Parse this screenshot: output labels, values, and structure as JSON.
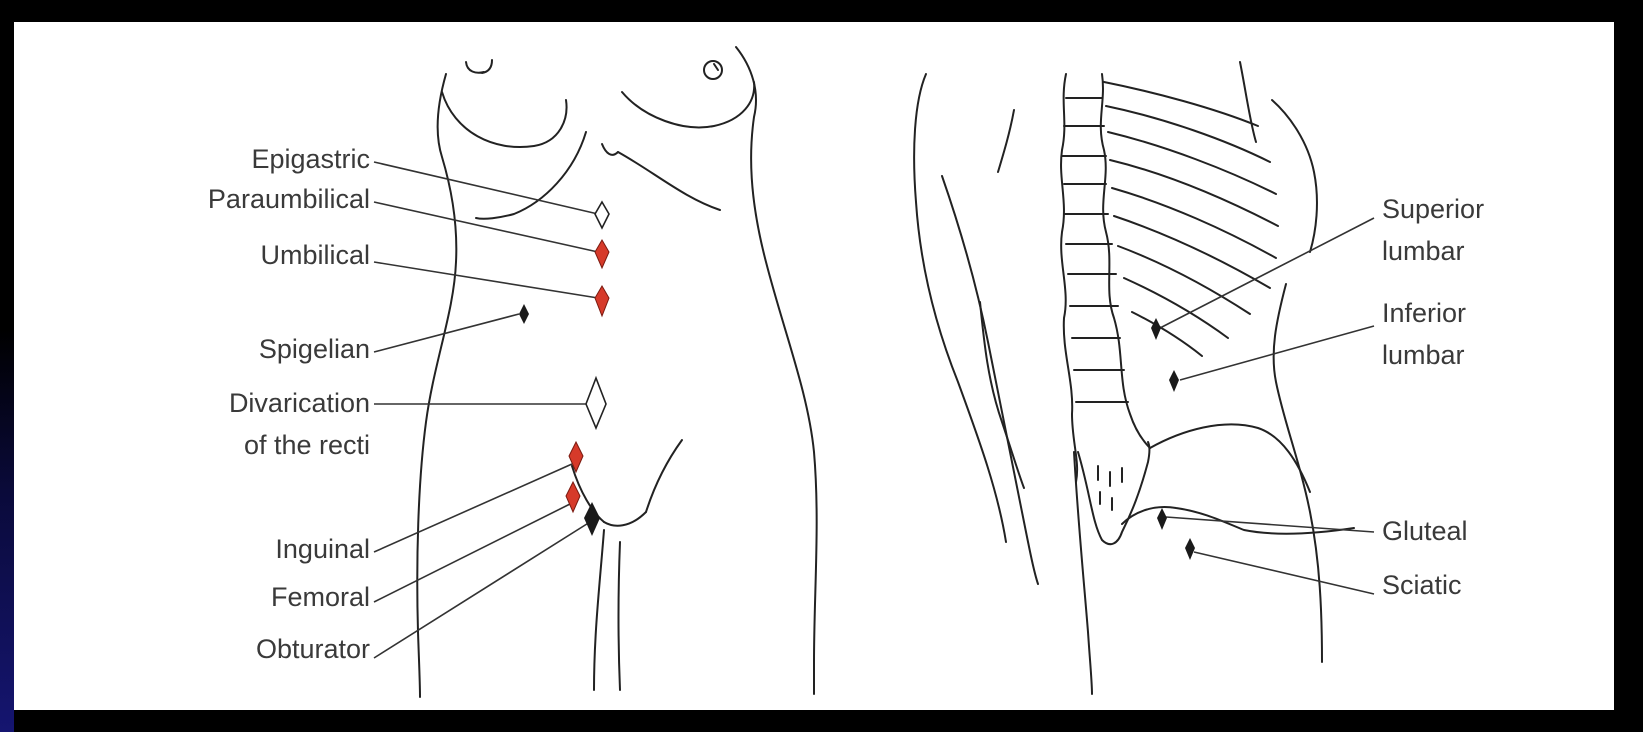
{
  "colors": {
    "background": "#000000",
    "panel": "#ffffff",
    "outline": "#222222",
    "label_text": "#3a3a3a",
    "marker_red": "#d63a2a",
    "marker_black": "#1a1a1a",
    "marker_open": "#ffffff"
  },
  "anterior_labels": {
    "epigastric": "Epigastric",
    "paraumbilical": "Paraumbilical",
    "umbilical": "Umbilical",
    "spigelian": "Spigelian",
    "divarication_line1": "Divarication",
    "divarication_line2": "of the recti",
    "inguinal": "Inguinal",
    "femoral": "Femoral",
    "obturator": "Obturator"
  },
  "posterior_labels": {
    "superior_line1": "Superior",
    "superior_line2": "lumbar",
    "inferior_line1": "Inferior",
    "inferior_line2": "lumbar",
    "gluteal": "Gluteal",
    "sciatic": "Sciatic"
  },
  "markers": {
    "epigastric": "open",
    "paraumbilical": "red",
    "umbilical": "red",
    "spigelian": "black",
    "divarication": "open",
    "inguinal": "red",
    "femoral": "red",
    "obturator": "black",
    "superior_lumbar": "black",
    "inferior_lumbar": "black",
    "gluteal": "black",
    "sciatic": "black"
  }
}
